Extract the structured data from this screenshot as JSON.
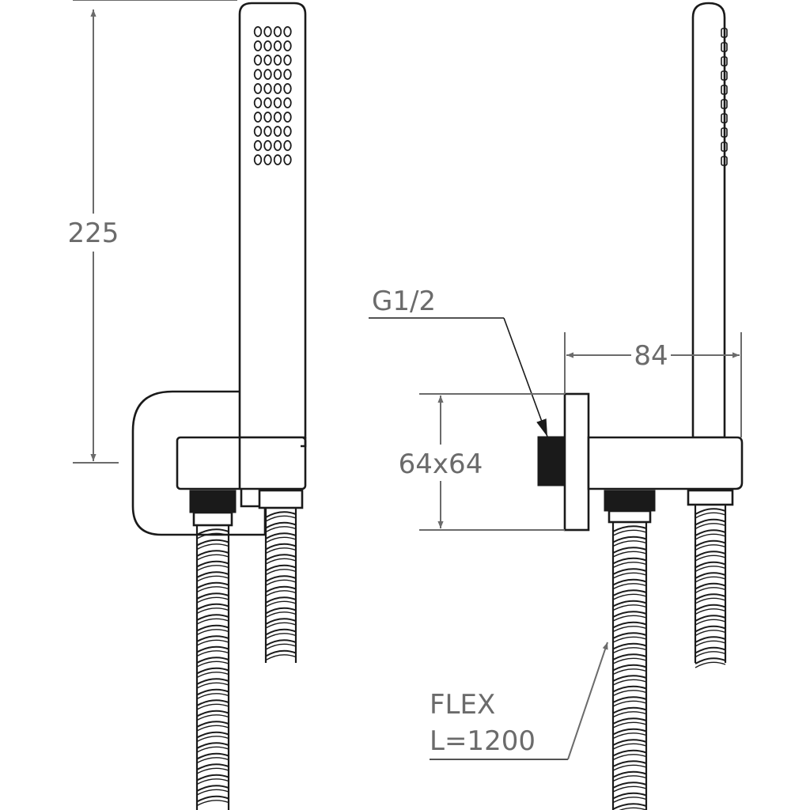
{
  "labels": {
    "height_dim": "225",
    "thread": "G1/2",
    "depth_dim": "84",
    "plate_dim": "64x64",
    "flex_line1": "FLEX",
    "flex_line2": "L=1200"
  },
  "colors": {
    "line": "#1a1a1a",
    "dimension": "#6b6b6b",
    "background": "#ffffff"
  }
}
